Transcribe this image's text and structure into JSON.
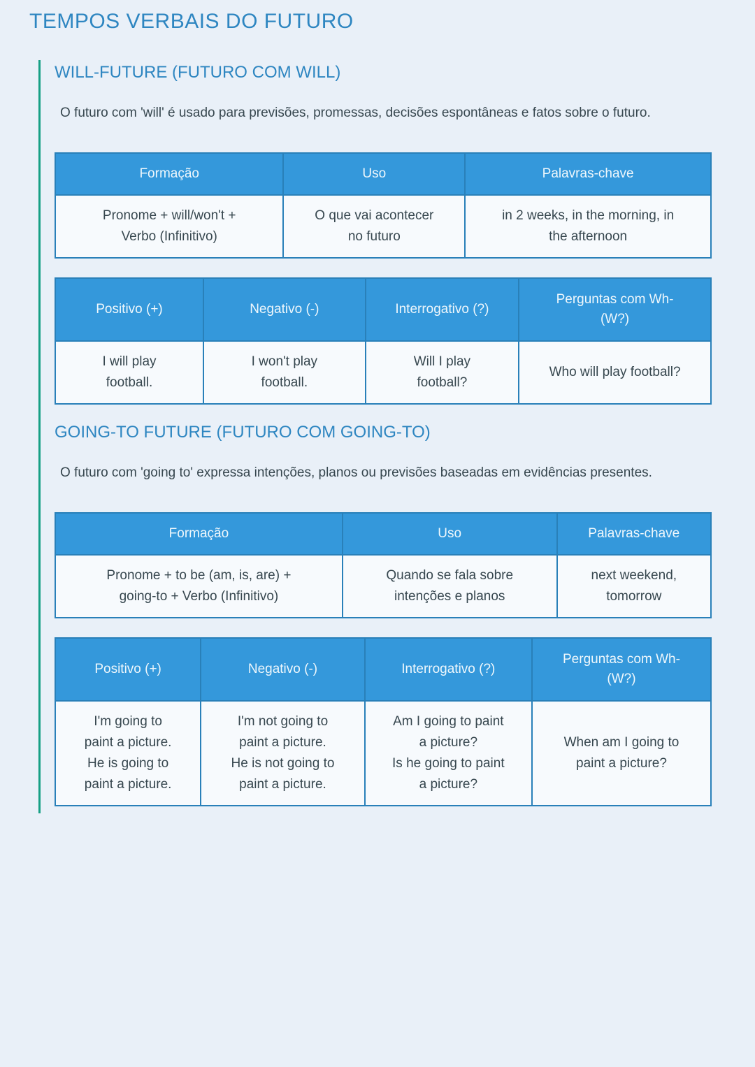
{
  "page": {
    "title": "TEMPOS VERBAIS DO FUTURO"
  },
  "colors": {
    "heading_blue": "#2e86c1",
    "table_header_bg": "#3498db",
    "table_border": "#2980b9",
    "cell_bg": "#f7fafd",
    "page_bg": "#e9f0f8",
    "teal_accent": "#16a085",
    "body_text": "#37474f"
  },
  "sections": [
    {
      "heading": "WILL-FUTURE (FUTURO COM WILL)",
      "description": "O futuro com 'will' é usado para previsões, promessas, decisões espontâneas e fatos sobre o futuro.",
      "formation_table": {
        "headers": [
          "Formação",
          "Uso",
          "Palavras-chave"
        ],
        "row": [
          "Pronome + will/won't +\nVerbo (Infinitivo)",
          "O que vai acontecer\nno futuro",
          "in 2 weeks, in the morning, in\nthe afternoon"
        ]
      },
      "forms_table": {
        "headers": [
          "Positivo (+)",
          "Negativo (-)",
          "Interrogativo (?)",
          "Perguntas com Wh-\n(W?)"
        ],
        "row": [
          "I will play\nfootball.",
          "I won't play\nfootball.",
          "Will I play\nfootball?",
          "Who will play football?"
        ]
      }
    },
    {
      "heading": "GOING-TO FUTURE (FUTURO COM GOING-TO)",
      "description": "O futuro com 'going to' expressa intenções, planos ou previsões baseadas em evidências presentes.",
      "formation_table": {
        "headers": [
          "Formação",
          "Uso",
          "Palavras-chave"
        ],
        "row": [
          "Pronome + to be (am, is, are) +\ngoing-to + Verbo (Infinitivo)",
          "Quando se fala sobre\nintenções e planos",
          "next weekend,\ntomorrow"
        ]
      },
      "forms_table": {
        "headers": [
          "Positivo (+)",
          "Negativo (-)",
          "Interrogativo (?)",
          "Perguntas com Wh-\n(W?)"
        ],
        "row": [
          "I'm going to\npaint a picture.\nHe is going to\npaint a picture.",
          "I'm not going to\npaint a picture.\nHe is not going to\npaint a picture.",
          "Am I going to paint\na picture?\nIs he going to paint\na picture?",
          "When am I going to\npaint a picture?"
        ]
      }
    }
  ]
}
